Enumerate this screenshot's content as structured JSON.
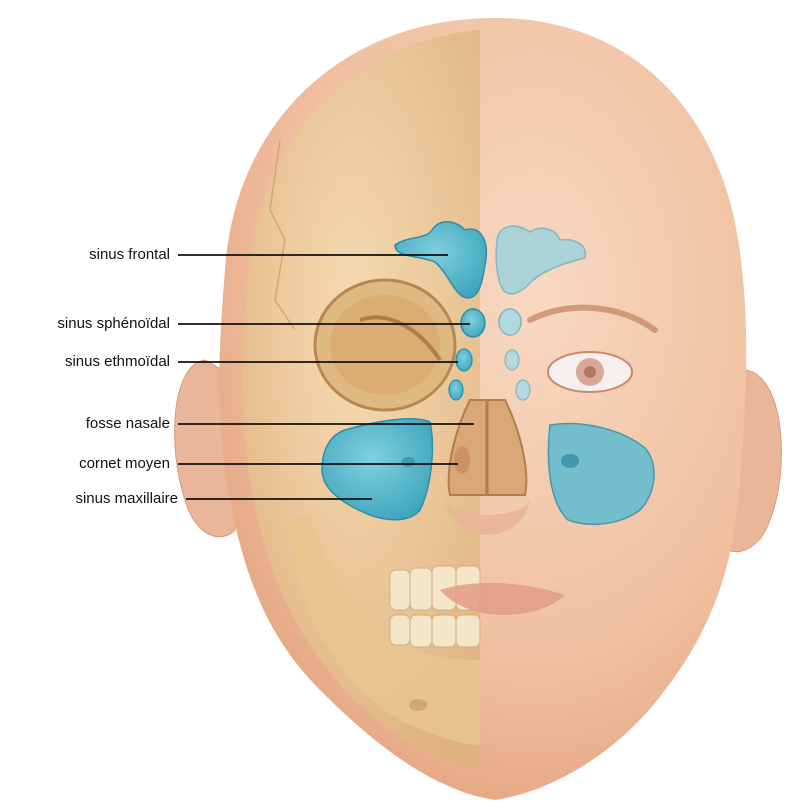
{
  "labels": {
    "sinus_frontal": "sinus frontal",
    "sinus_sphenoidal": "sinus sphénoïdal",
    "sinus_ethmoidal": "sinus ethmoïdal",
    "fosse_nasale": "fosse nasale",
    "cornet_moyen": "cornet moyen",
    "sinus_maxillaire": "sinus maxillaire"
  },
  "colors": {
    "skin": "#f2c8a8",
    "skin_shadow": "#e7a98a",
    "bone": "#f3d9a8",
    "bone_shadow": "#d9ae73",
    "sinus": "#5bb8cc",
    "sinus_dark": "#2f8ea6",
    "leader_line": "#111111"
  }
}
